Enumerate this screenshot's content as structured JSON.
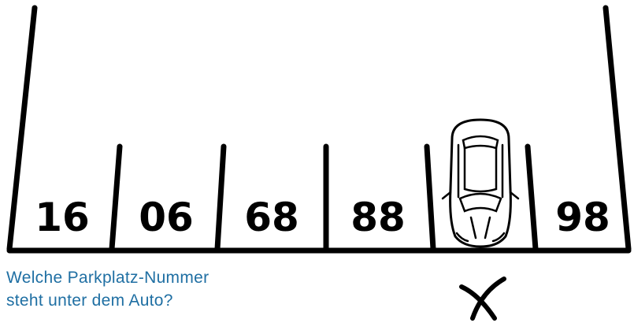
{
  "parking_lot": {
    "spots": [
      {
        "number": "16",
        "occupied": false
      },
      {
        "number": "06",
        "occupied": false
      },
      {
        "number": "68",
        "occupied": false
      },
      {
        "number": "88",
        "occupied": false
      },
      {
        "number": "",
        "occupied": true
      },
      {
        "number": "98",
        "occupied": false
      }
    ]
  },
  "question": {
    "line1": "Welche Parkplatz-Nummer",
    "line2": "steht unter dem Auto?"
  },
  "answer_mark": {
    "icon": "x-mark-icon"
  },
  "colors": {
    "lines": "#000000",
    "question_text": "#1f6fa3"
  }
}
